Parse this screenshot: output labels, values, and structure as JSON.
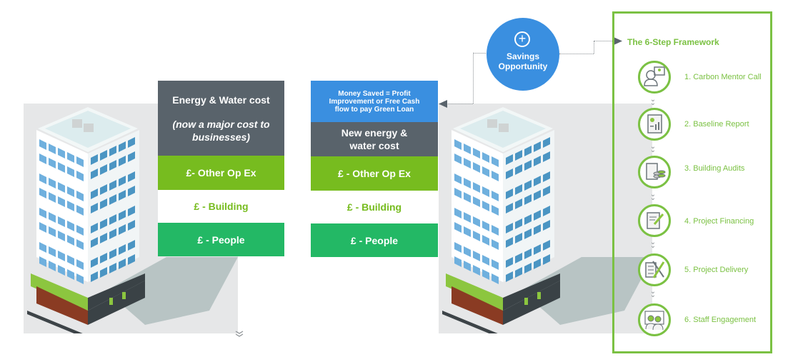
{
  "current_state": {
    "costs": [
      {
        "label": "Energy & Water cost",
        "note": "(now a major cost to businesses)"
      },
      {
        "label": "£- Other Op Ex"
      },
      {
        "label": "£ - Building"
      },
      {
        "label": "£ - People"
      }
    ]
  },
  "improved_state": {
    "savings_box": "Money Saved = Profit Improvement or Free Cash flow to pay Green Loan",
    "costs": [
      {
        "label": "New energy & water cost"
      },
      {
        "label": "£ - Other Op Ex"
      },
      {
        "label": "£ - Building"
      },
      {
        "label": "£ - People"
      }
    ]
  },
  "savings_bubble": {
    "icon": "plus-circle-icon",
    "label": "Savings Opportunity"
  },
  "framework": {
    "title": "The 6-Step Framework",
    "steps": [
      {
        "label": "1. Carbon Mentor Call",
        "icon": "headset-monitor-icon"
      },
      {
        "label": "2. Baseline Report",
        "icon": "report-chart-icon"
      },
      {
        "label": "3. Building Audits",
        "icon": "documents-coins-icon"
      },
      {
        "label": "4. Project Financing",
        "icon": "document-pen-icon"
      },
      {
        "label": "5. Project Delivery",
        "icon": "checklist-tools-icon"
      },
      {
        "label": "6. Staff Engagement",
        "icon": "staff-people-icon"
      }
    ]
  },
  "colors": {
    "dark_gray": "#59636b",
    "lime_green": "#77bc1f",
    "emerald": "#23b865",
    "blue": "#3a8fe0",
    "frame_green": "#7bc143"
  }
}
